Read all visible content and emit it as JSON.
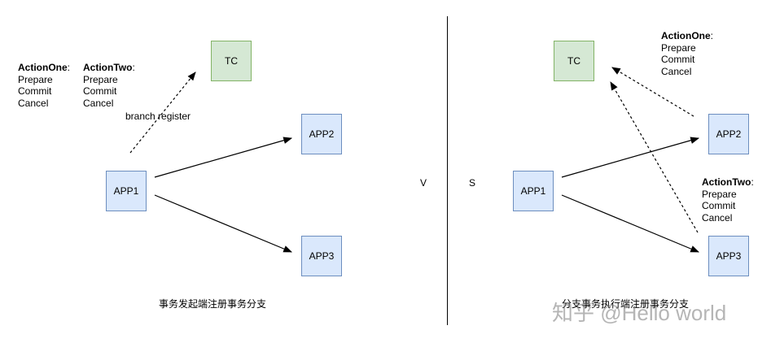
{
  "left": {
    "tc": "TC",
    "app1": "APP1",
    "app2": "APP2",
    "app3": "APP3",
    "action_one": {
      "title": "ActionOne",
      "colon": ":",
      "lines": [
        "Prepare",
        "Commit",
        "Cancel"
      ]
    },
    "action_two": {
      "title": "ActionTwo",
      "colon": ":",
      "lines": [
        "Prepare",
        "Commit",
        "Cancel"
      ]
    },
    "edge_label": "branch register",
    "caption": "事务发起端注册事务分支"
  },
  "center": {
    "v": "V",
    "s": "S"
  },
  "right": {
    "tc": "TC",
    "app1": "APP1",
    "app2": "APP2",
    "app3": "APP3",
    "action_one": {
      "title": "ActionOne",
      "colon": ":",
      "lines": [
        "Prepare",
        "Commit",
        "Cancel"
      ]
    },
    "action_two": {
      "title": "ActionTwo",
      "colon": ":",
      "lines": [
        "Prepare",
        "Commit",
        "Cancel"
      ]
    },
    "caption": "分支事务执行端注册事务分支"
  },
  "watermark": "知乎 @Hello world",
  "colors": {
    "app_fill": "#dae8fc",
    "app_stroke": "#6c8ebf",
    "tc_fill": "#d5e8d4",
    "tc_stroke": "#82b366"
  }
}
